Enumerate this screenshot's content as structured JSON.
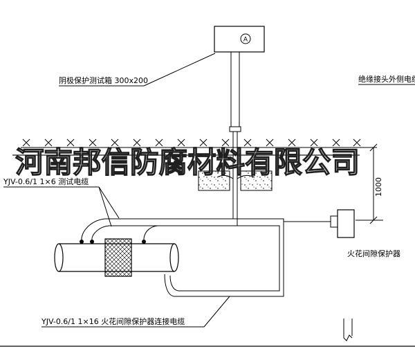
{
  "watermark": {
    "text": "河南邦信防腐材料有限公司"
  },
  "annotations": {
    "test_box_label": "阴极保护测试箱 300x200",
    "insulated_joint_cable_label": "绝缘接头外侧电缆",
    "test_cable_label": "YJV-0.6/1 1×6  测试电缆",
    "spark_gap_cable_label": "YJV-0.6/1 1×16  火花间隙保护器连接电缆",
    "spark_gap_label": "火花间隙保护器",
    "dimension_depth": "1000",
    "meter": "A"
  },
  "colors": {
    "line": "#000000",
    "watermark_stroke": "#1f1f1f",
    "background": "#ffffff"
  }
}
